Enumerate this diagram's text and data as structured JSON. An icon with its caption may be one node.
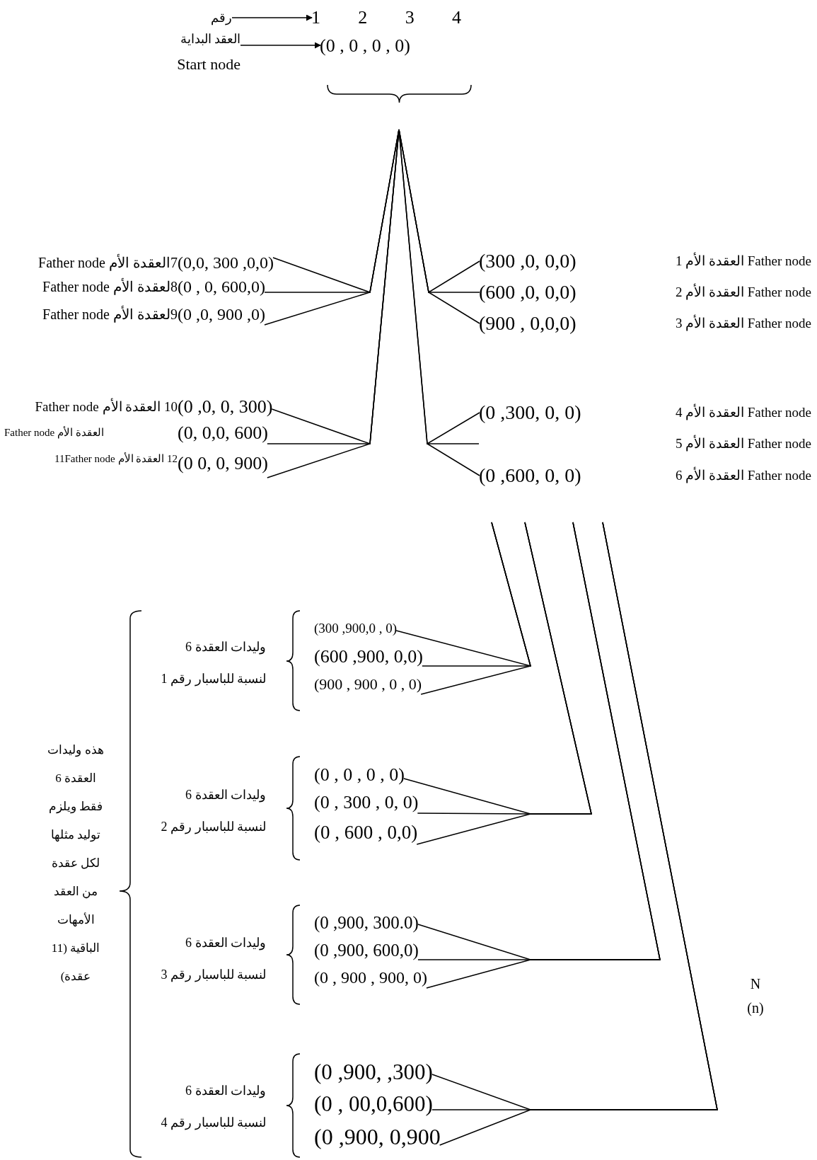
{
  "diagram": {
    "nodes": [
      {
        "text": [
          "رقم"
        ]
      },
      {
        "text": [
          "1",
          "2",
          "3",
          "4"
        ]
      },
      {
        "text": [
          "العقد البداية",
          "Start node"
        ]
      },
      {
        "text": [
          "(0 , 0 , 0 , 0)"
        ]
      },
      {
        "text": [
          "(300 ,0, 0,0)"
        ]
      },
      {
        "text": [
          "(600 ,0, 0,0)"
        ]
      },
      {
        "text": [
          "(900 , 0,0,0)"
        ]
      },
      {
        "text": [
          "(0 ,300, 0, 0)"
        ]
      },
      {
        "text": [
          "(0 ,600, 0, 0)"
        ]
      },
      {
        "text": [
          "(0,0, 300 ,0,0)"
        ]
      },
      {
        "text": [
          "(0 , 0, 600,0)"
        ]
      },
      {
        "text": [
          "(0 ,0, 900 ,0)"
        ]
      },
      {
        "text": [
          "(0 ,0, 0, 300)"
        ]
      },
      {
        "text": [
          "(0,  0,0, 600)"
        ]
      },
      {
        "text": [
          "(0  0, 0, 900)"
        ]
      },
      {
        "text": [
          "(300 ,900,0  ,  0)"
        ]
      },
      {
        "text": [
          "(600 ,900, 0,0)"
        ]
      },
      {
        "text": [
          "(900 , 900 , 0 , 0)"
        ]
      },
      {
        "text": [
          "(0 , 0 ,  0 ,  0)"
        ]
      },
      {
        "text": [
          "(0  , 300 , 0, 0)"
        ]
      },
      {
        "text": [
          "(0  ,  600 , 0,0)"
        ]
      },
      {
        "text": [
          "(0 ,900, 300.0)"
        ]
      },
      {
        "text": [
          "(0 ,900, 600,0)"
        ]
      },
      {
        "text": [
          "(0 , 900 , 900, 0)"
        ]
      },
      {
        "text": [
          "(0 ,900, ,300)"
        ]
      },
      {
        "text": [
          "(0 , 00,0,600)"
        ]
      },
      {
        "text": [
          "(0 ,900, 0,900"
        ]
      }
    ],
    "edges": [
      {
        "from": 0,
        "to": 1,
        "arrow": "to"
      },
      {
        "from": 2,
        "to": 3,
        "arrow": "to"
      },
      {
        "from": 3,
        "to": 4,
        "arrow": "none"
      },
      {
        "from": 3,
        "to": 5,
        "arrow": "none"
      },
      {
        "from": 3,
        "to": 6,
        "arrow": "none"
      },
      {
        "from": 3,
        "to": 7,
        "arrow": "none"
      },
      {
        "from": 3,
        "to": 8,
        "arrow": "none"
      },
      {
        "from": 3,
        "to": 9,
        "arrow": "none"
      },
      {
        "from": 3,
        "to": 10,
        "arrow": "none"
      },
      {
        "from": 3,
        "to": 11,
        "arrow": "none"
      },
      {
        "from": 3,
        "to": 12,
        "arrow": "none"
      },
      {
        "from": 3,
        "to": 13,
        "arrow": "none"
      },
      {
        "from": 3,
        "to": 14,
        "arrow": "none"
      },
      {
        "from": 8,
        "to": 15,
        "arrow": "none"
      },
      {
        "from": 8,
        "to": 16,
        "arrow": "none"
      },
      {
        "from": 8,
        "to": 17,
        "arrow": "none"
      },
      {
        "from": 8,
        "to": 18,
        "arrow": "none"
      },
      {
        "from": 8,
        "to": 19,
        "arrow": "none"
      },
      {
        "from": 8,
        "to": 20,
        "arrow": "none"
      },
      {
        "from": 8,
        "to": 21,
        "arrow": "none"
      },
      {
        "from": 8,
        "to": 22,
        "arrow": "none"
      },
      {
        "from": 8,
        "to": 23,
        "arrow": "none"
      },
      {
        "from": 8,
        "to": 24,
        "arrow": "none"
      },
      {
        "from": 8,
        "to": 25,
        "arrow": "none"
      },
      {
        "from": 8,
        "to": 26,
        "arrow": "none"
      }
    ],
    "labels": [
      "Father node العقدة الأم 1",
      "Father node العقدة الأم 2",
      "Father node العقدة الأم 3",
      "Father node العقدة الأم 4",
      "Father node العقدة الأم 5",
      "Father node العقدة الأم 6",
      "7العقدة الأم Father node",
      "8لعقدة الأم Father node",
      "9لعقدة الأم Father node",
      "10 العقدة الأم Father node",
      "العقدة الأم Father node",
      "12 العقدة الأم 11Father node",
      "وليدات العقدة 6 لنسبة للباسبار رقم 1",
      "وليدات العقدة 6 لنسبة للباسبار رقم 2",
      "وليدات العقدة 6 لنسبة للباسبار رقم 3",
      "وليدات العقدة 6 لنسبة للباسبار رقم 4",
      "هذه وليدات العقدة 6 فقط ويلزم توليد مثلها لكل عقدة من العقد الأمهات الباقية (11 عقدة)",
      "N",
      "(n)"
    ]
  }
}
